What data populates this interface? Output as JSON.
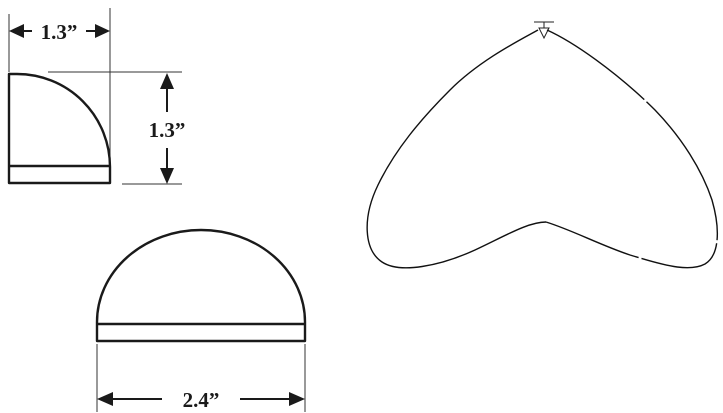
{
  "quarter_view": {
    "width_label": "1.3”",
    "height_label": "1.3”"
  },
  "half_view": {
    "width_label": "2.4”"
  },
  "beam_pattern": {
    "luminaire_icon": "luminaire-symbol-icon"
  }
}
